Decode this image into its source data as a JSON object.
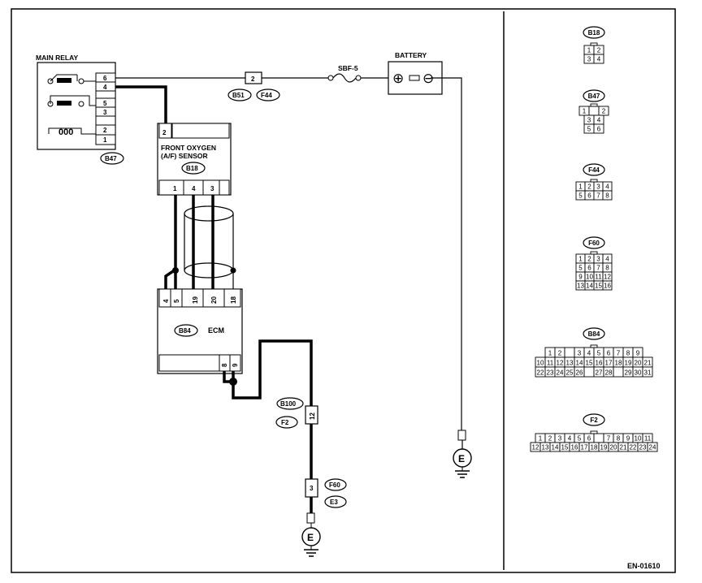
{
  "title": "",
  "main_relay": {
    "label": "MAIN RELAY",
    "pins": [
      "6",
      "4",
      "5",
      "3",
      "2",
      "1"
    ],
    "connector": "B47"
  },
  "sensor": {
    "line1": "FRONT OXYGEN",
    "line2": "(A/F) SENSOR",
    "connector": "B18",
    "top_pin": "2",
    "bottom_pins": [
      "1",
      "4",
      "3"
    ]
  },
  "ecm": {
    "label": "ECM",
    "connector": "B84",
    "top_pins": [
      "4",
      "5",
      "19",
      "20",
      "18"
    ],
    "bottom_pins": [
      "8",
      "9"
    ]
  },
  "battery": {
    "label": "BATTERY",
    "plus": "⊕",
    "minus": "⊖"
  },
  "fuse": {
    "label": "SBF-5"
  },
  "joint_b51_f44": {
    "pin": "2",
    "tags": [
      "B51",
      "F44"
    ]
  },
  "joint_b100_f2": {
    "pin": "12",
    "tags": [
      "B100",
      "F2"
    ]
  },
  "joint_f60_e3": {
    "pin": "3",
    "tags": [
      "F60",
      "E3"
    ]
  },
  "ground_symbol": "E",
  "figure_code": "EN-01610",
  "legend_connectors": [
    {
      "name": "B18",
      "rows": [
        [
          "1",
          "2"
        ],
        [
          "3",
          "4"
        ]
      ]
    },
    {
      "name": "B47",
      "rows": [
        [
          "1",
          "",
          "2"
        ],
        [
          "3",
          "4"
        ],
        [
          "5",
          "6"
        ]
      ]
    },
    {
      "name": "F44",
      "rows": [
        [
          "1",
          "2",
          "3",
          "4"
        ],
        [
          "5",
          "6",
          "7",
          "8"
        ]
      ]
    },
    {
      "name": "F60",
      "rows": [
        [
          "1",
          "2",
          "3",
          "4"
        ],
        [
          "5",
          "6",
          "7",
          "8"
        ],
        [
          "9",
          "10",
          "11",
          "12"
        ],
        [
          "13",
          "14",
          "15",
          "16"
        ]
      ]
    },
    {
      "name": "B84",
      "rows": [
        [
          "1",
          "2",
          "",
          "3",
          "4",
          "5",
          "6",
          "7",
          "8",
          "9"
        ],
        [
          "10",
          "11",
          "12",
          "13",
          "14",
          "15",
          "16",
          "17",
          "18",
          "19",
          "20",
          "21"
        ],
        [
          "22",
          "23",
          "24",
          "25",
          "26",
          "",
          "27",
          "28",
          "",
          "29",
          "30",
          "31"
        ]
      ]
    },
    {
      "name": "F2",
      "rows": [
        [
          "1",
          "2",
          "3",
          "4",
          "5",
          "6",
          "",
          "7",
          "8",
          "9",
          "10",
          "11"
        ],
        [
          "12",
          "13",
          "14",
          "15",
          "16",
          "17",
          "18",
          "19",
          "20",
          "21",
          "22",
          "23",
          "24"
        ]
      ]
    }
  ]
}
